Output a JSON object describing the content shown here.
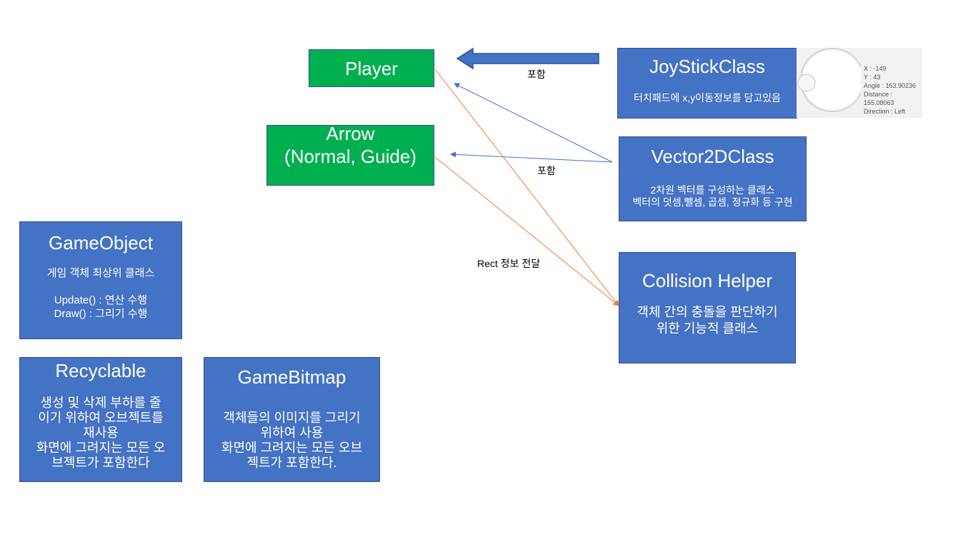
{
  "nodes": {
    "player": {
      "title": "Player"
    },
    "arrow": {
      "title_line1": "Arrow",
      "title_line2": "(Normal, Guide)"
    },
    "joystick": {
      "title": "JoyStickClass",
      "desc": "터치패드에 x,y이동정보를 담고있음"
    },
    "vector2d": {
      "title": "Vector2DClass",
      "desc_line1": "2차원 벡터를 구성하는 클래스",
      "desc_line2": "벡터의 덧셈,뺄셈, 곱셈, 정규화 등 구현"
    },
    "collision": {
      "title": "Collision Helper",
      "desc_line1": "객체 간의 충돌을 판단하기",
      "desc_line2": "위한 기능적 클래스"
    },
    "gameobject": {
      "title": "GameObject",
      "desc": "게임 객체 최상위 클래스",
      "method1": "Update() : 연산 수행",
      "method2": "Draw() : 그리기 수행"
    },
    "recyclable": {
      "title": "Recyclable",
      "desc": "생성 및 삭제 부하를 줄\n이기 위하여 오브젝트를\n재사용\n화면에 그려지는 모든 오\n브젝트가 포함한다"
    },
    "gamebitmap": {
      "title": "GameBitmap",
      "desc": "객체들의 이미지를 그리기\n위하여 사용\n화면에 그려지는 모든 오브\n젝트가 포함한다."
    }
  },
  "edge_labels": {
    "joystick_to_player": "포함",
    "vector_to_arrow": "포함",
    "rect_info": "Rect 정보 전달"
  },
  "joystick_preview": {
    "x": "X : -149",
    "y": "Y : 43",
    "angle": "Angle : 163.90236",
    "distance": "Distance :",
    "distance_value": "155.08063",
    "direction": "Direction : Left"
  },
  "colors": {
    "green_box": "#00b050",
    "blue_box": "#4472c4",
    "blue_line": "#4472c4",
    "orange_line": "#ed7d31"
  }
}
